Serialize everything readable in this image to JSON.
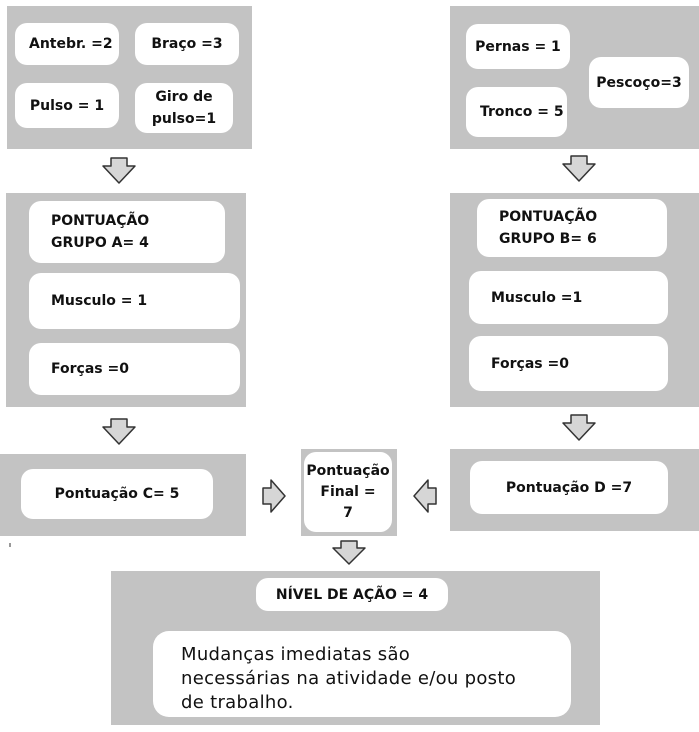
{
  "group_a_inputs": {
    "antebraco": "Antebr. =2",
    "braco": "Braço =3",
    "pulso": "Pulso = 1",
    "giro_pulso": "Giro de\npulso=1"
  },
  "group_b_inputs": {
    "pernas": "Pernas = 1",
    "pescoco": "Pescoço=3",
    "tronco": "Tronco = 5"
  },
  "group_a_score": {
    "title": "PONTUAÇÃO\nGRUPO A= 4",
    "musculo": "Musculo = 1",
    "forcas": "Forças =0"
  },
  "group_b_score": {
    "title": "PONTUAÇÃO\nGRUPO B= 6",
    "musculo": "Musculo =1",
    "forcas": "Forças =0"
  },
  "score_c": "Pontuação C= 5",
  "score_d": "Pontuação D =7",
  "final_score": "Pontuação\nFinal =\n7",
  "action": {
    "level": "NÍVEL DE AÇÃO = 4",
    "description": "Mudanças imediatas são\nnecessárias na atividade e/ou posto\nde trabalho."
  },
  "colors": {
    "panel": "#c3c3c3",
    "box": "#ffffff",
    "arrow_fill": "#d6d6d6",
    "arrow_stroke": "#333333"
  }
}
